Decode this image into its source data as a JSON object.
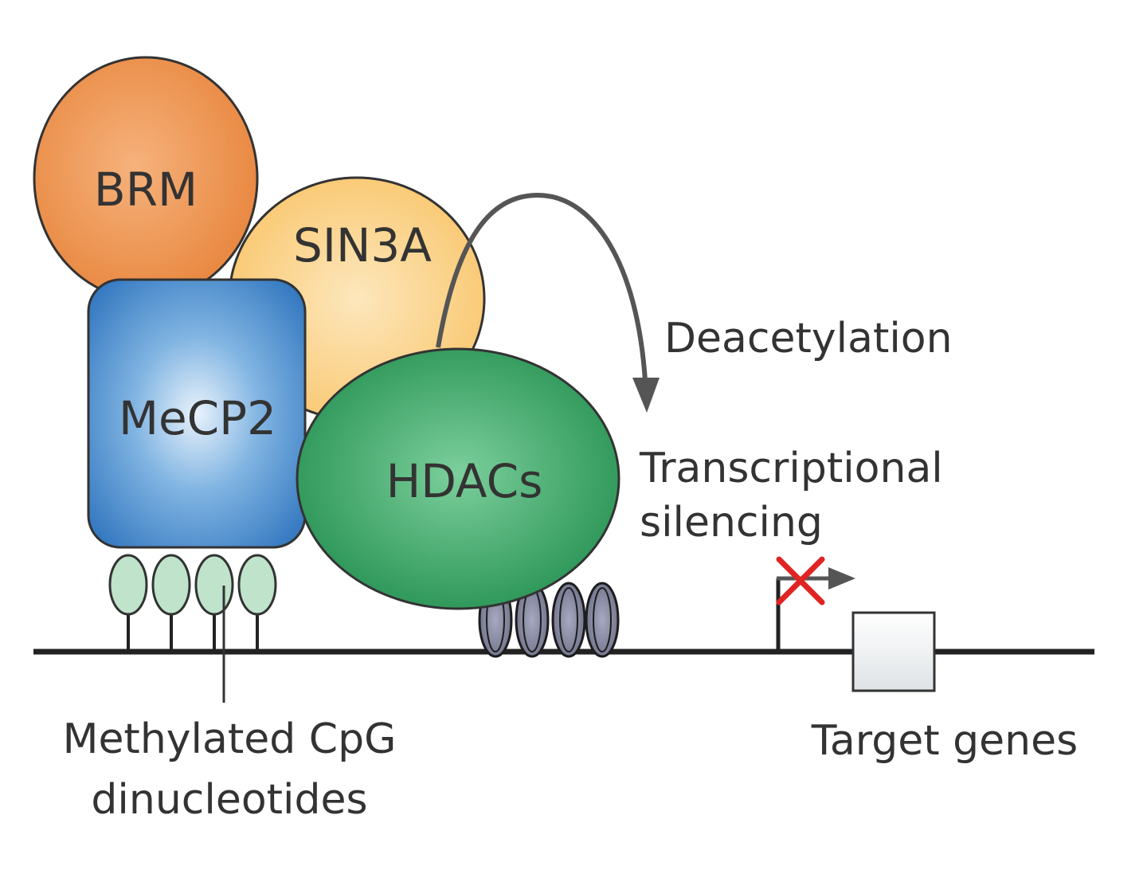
{
  "proteins": {
    "brm": "BRM",
    "sin3a": "SIN3A",
    "mecp2": "MeCP2",
    "hdacs": "HDACs"
  },
  "labels": {
    "deacetylation": "Deacetylation",
    "transcriptional_line1": "Transcriptional",
    "transcriptional_line2": "silencing",
    "methylated_line1": "Methylated CpG",
    "methylated_line2": "dinucleotides",
    "target_genes": "Target genes"
  },
  "colors": {
    "brm": "#ef9652",
    "sin3a": "#fbd07e",
    "mecp2": "#3f86c8",
    "hdacs": "#2f9a5e",
    "cpg": "#b9e0c6",
    "block_x": "#e02424",
    "dna": "#222222",
    "arrow": "#555555"
  }
}
